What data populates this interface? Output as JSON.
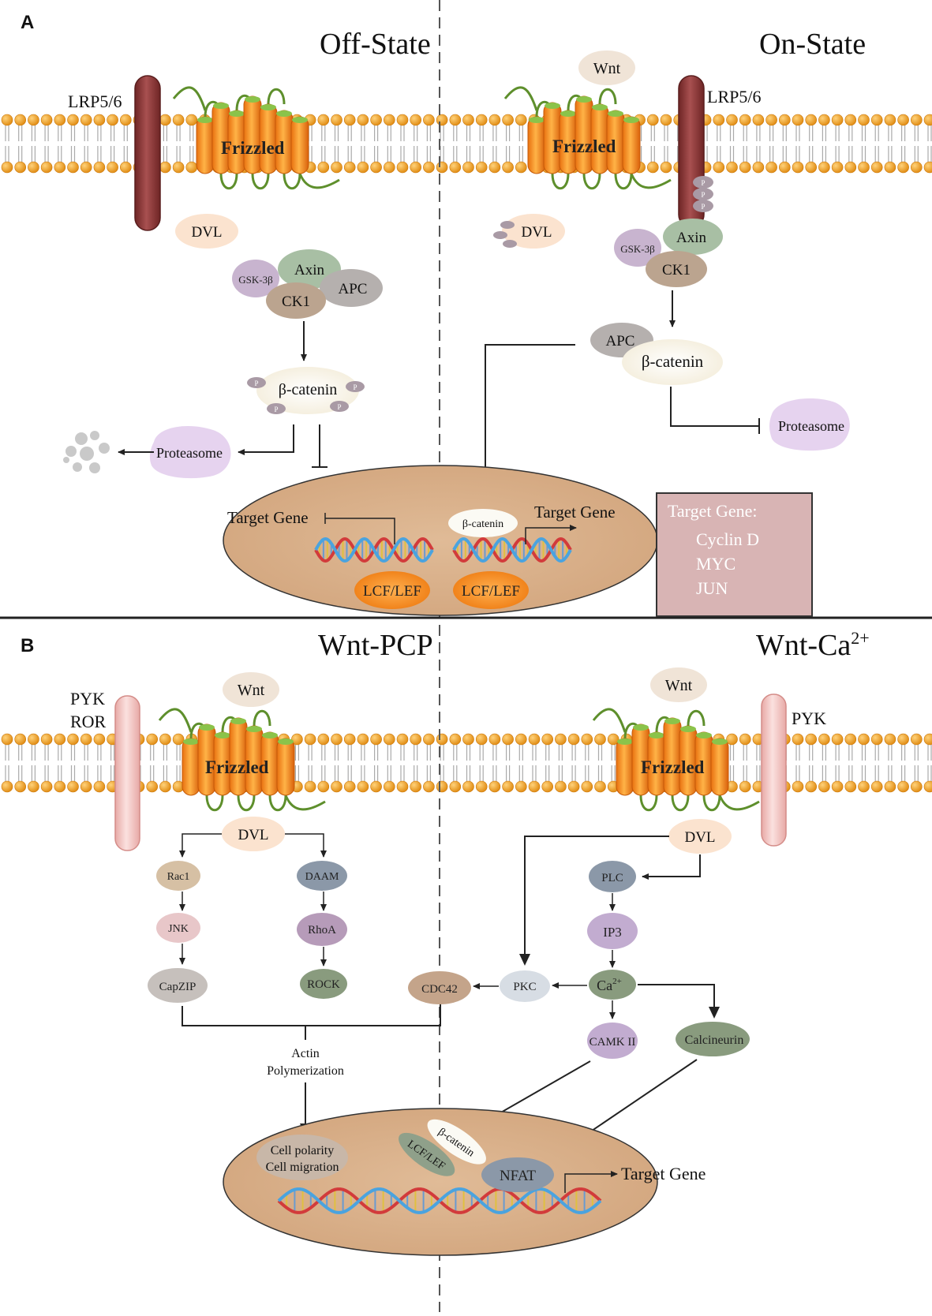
{
  "panel_a": {
    "letter": "A",
    "off_state": {
      "title": "Off-State",
      "receptor": "LRP5/6",
      "frizzled": "Frizzled",
      "dvl": "DVL",
      "gsk": "GSK-3β",
      "axin": "Axin",
      "apc": "APC",
      "ck1": "CK1",
      "bcatenin": "β-catenin",
      "phospho": "P",
      "proteasome": "Proteasome",
      "target_gene": "Target Gene",
      "lcf_lef": "LCF/LEF"
    },
    "on_state": {
      "title": "On-State",
      "wnt": "Wnt",
      "receptor": "LRP5/6",
      "frizzled": "Frizzled",
      "dvl": "DVL",
      "gsk": "GSK-3β",
      "axin": "Axin",
      "ck1": "CK1",
      "apc": "APC",
      "bcatenin": "β-catenin",
      "proteasome": "Proteasome",
      "nuclear_bcatenin": "β-catenin",
      "target_gene": "Target Gene",
      "lcf_lef": "LCF/LEF"
    },
    "target_box": {
      "heading": "Target Gene:",
      "genes": [
        "Cyclin D",
        "MYC",
        "JUN"
      ]
    }
  },
  "panel_b": {
    "letter": "B",
    "pcp": {
      "title": "Wnt-PCP",
      "wnt": "Wnt",
      "receptor1": "PYK",
      "receptor2": "ROR",
      "frizzled": "Frizzled",
      "dvl": "DVL",
      "rac1": "Rac1",
      "jnk": "JNK",
      "capzip": "CapZIP",
      "daam": "DAAM",
      "rhoa": "RhoA",
      "rock": "ROCK",
      "actin_line1": "Actin",
      "actin_line2": "Polymerization",
      "cell_line1": "Cell polarity",
      "cell_line2": "Cell migration"
    },
    "ca": {
      "title_main": "Wnt-Ca",
      "title_sup": "2+",
      "wnt": "Wnt",
      "receptor": "PYK",
      "frizzled": "Frizzled",
      "dvl": "DVL",
      "plc": "PLC",
      "ip3": "IP3",
      "ca_main": "Ca",
      "ca_sup": "2+",
      "pkc": "PKC",
      "cdc42": "CDC42",
      "camk": "CAMK II",
      "calcineurin": "Calcineurin",
      "nfat": "NFAT",
      "bcatenin": "β-catenin",
      "lcf_lef": "LCF/LEF",
      "target_gene": "Target Gene"
    }
  },
  "colors": {
    "membrane_head": "#f0a020",
    "receptor_dark": "#8b3a3a",
    "receptor_light": "#f1c4c2",
    "frizzled": "#f08c1e",
    "nucleus": "#d9b08c",
    "target_box": "#d8b4b4",
    "proteasome": "#e6d3ef"
  }
}
